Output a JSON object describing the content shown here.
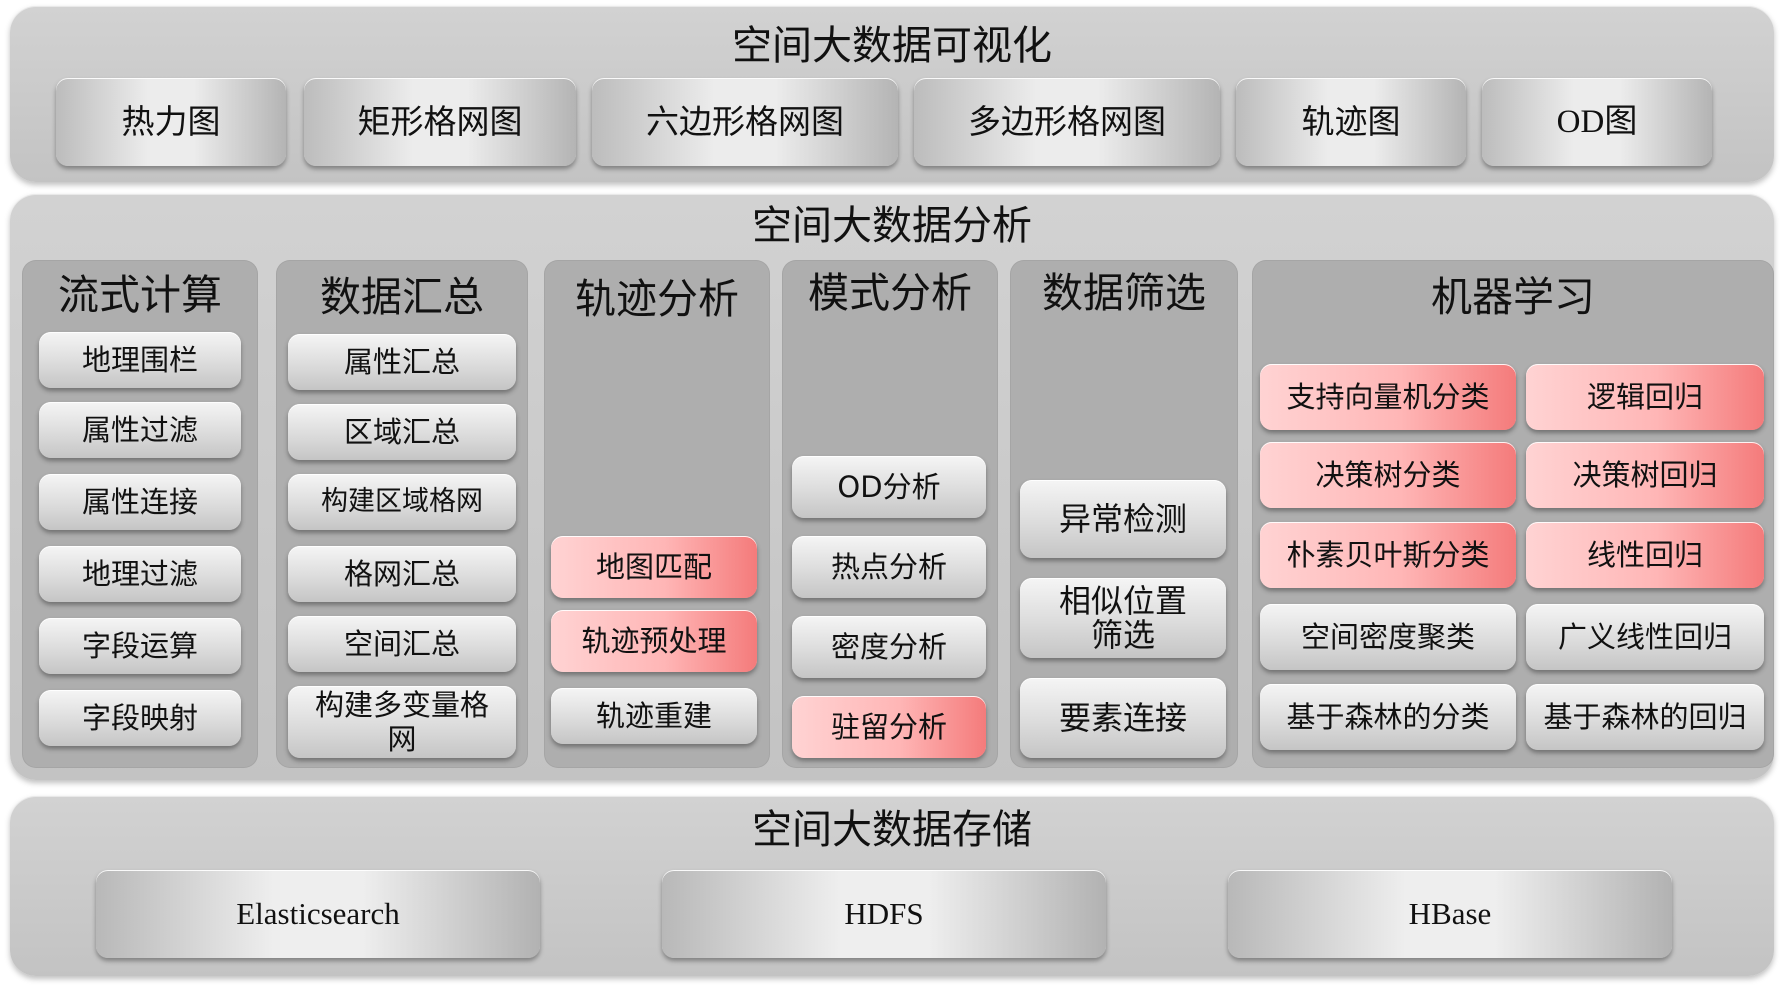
{
  "visualization": {
    "title": "空间大数据可视化",
    "items": [
      "热力图",
      "矩形格网图",
      "六边形格网图",
      "多边形格网图",
      "轨迹图",
      "OD图"
    ]
  },
  "analysis": {
    "title": "空间大数据分析",
    "columns": [
      {
        "title": "流式计算",
        "items": [
          "地理围栏",
          "属性过滤",
          "属性连接",
          "地理过滤",
          "字段运算",
          "字段映射"
        ]
      },
      {
        "title": "数据汇总",
        "items": [
          "属性汇总",
          "区域汇总",
          "构建区域格网",
          "格网汇总",
          "空间汇总",
          "构建多变量格网"
        ]
      },
      {
        "title": "轨迹分析",
        "items": [
          "地图匹配",
          "轨迹预处理",
          "轨迹重建"
        ]
      },
      {
        "title": "模式分析",
        "items": [
          "OD分析",
          "热点分析",
          "密度分析",
          "驻留分析"
        ]
      },
      {
        "title": "数据筛选",
        "items": [
          "异常检测",
          "相似位置筛选",
          "要素连接"
        ]
      },
      {
        "title": "机器学习",
        "items": [
          "支持向量机分类",
          "逻辑回归",
          "决策树分类",
          "决策树回归",
          "朴素贝叶斯分类",
          "线性回归",
          "空间密度聚类",
          "广义线性回归",
          "基于森林的分类",
          "基于森林的回归"
        ]
      }
    ]
  },
  "storage": {
    "title": "空间大数据存储",
    "items": [
      "Elasticsearch",
      "HDFS",
      "HBase"
    ]
  },
  "colors": {
    "layer_bg": "#c8c8c8",
    "column_bg": "#aeaeae",
    "highlight_red": "#f47b7b",
    "button_gray": "#dcdcdc"
  }
}
